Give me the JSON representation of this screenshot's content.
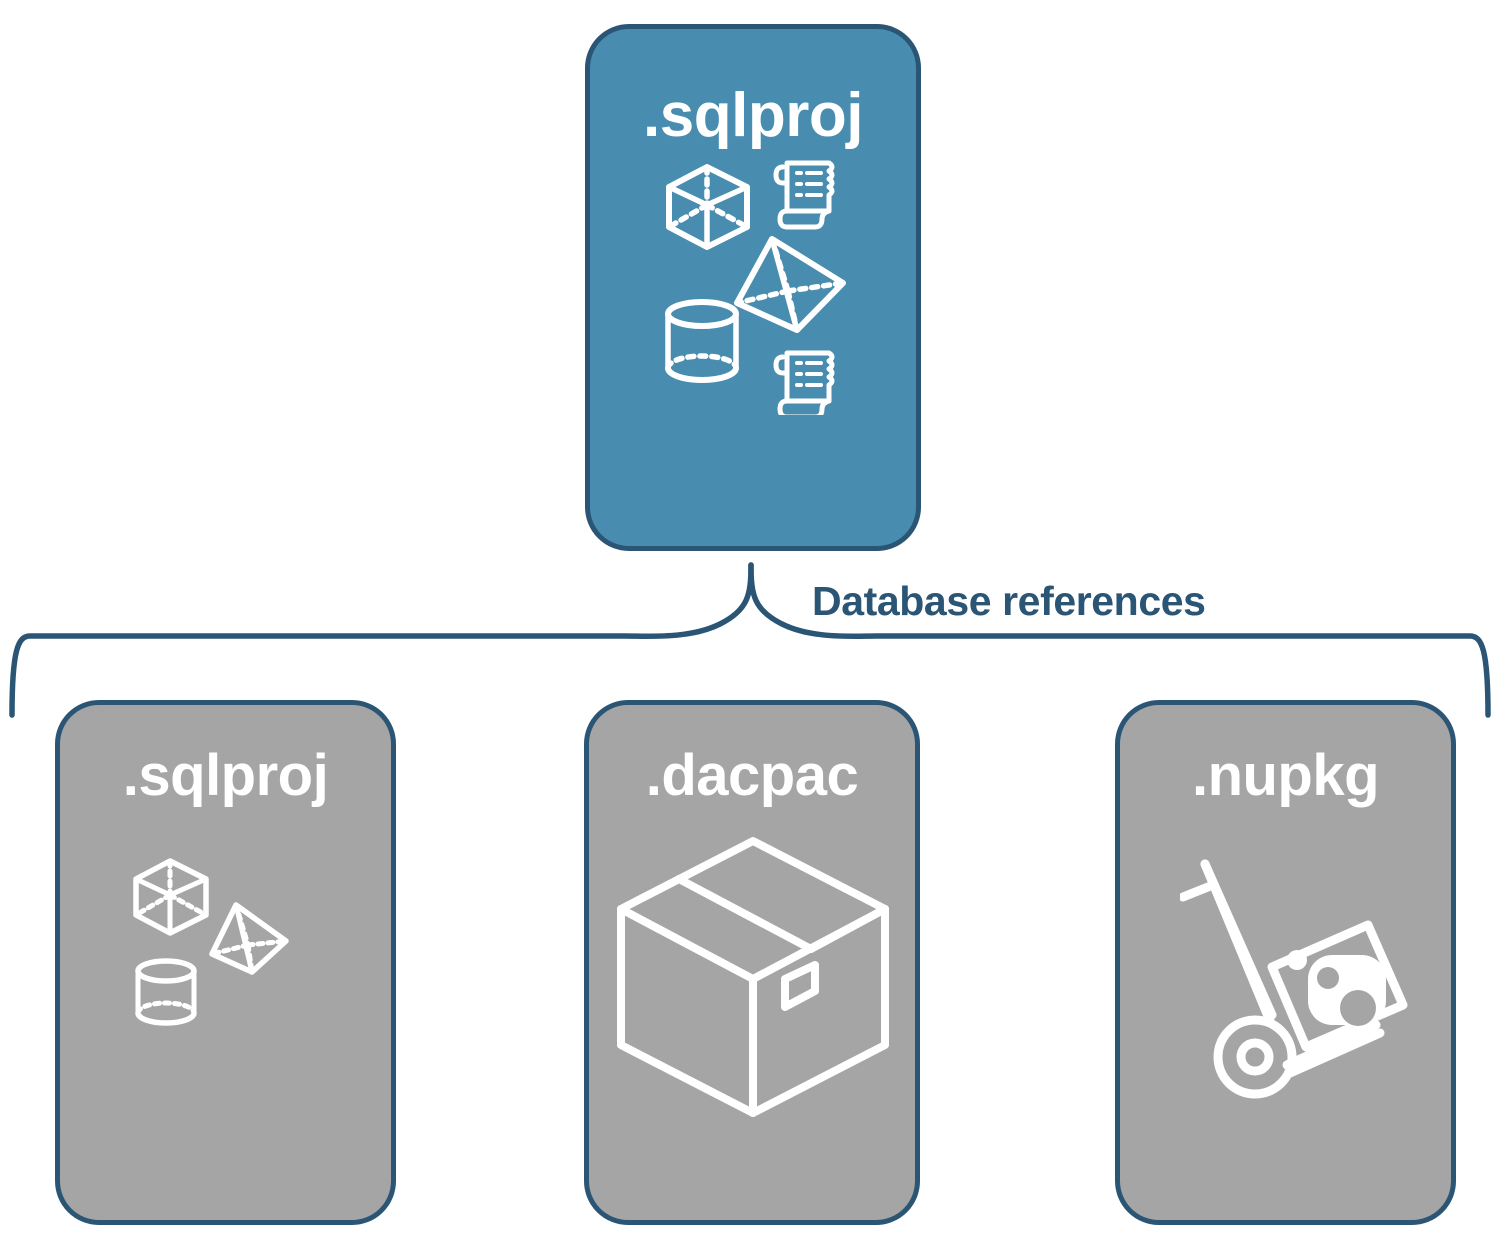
{
  "diagram": {
    "title": "Database references",
    "colors": {
      "accent_blue": "#488caf",
      "card_gray": "#a5a5a5",
      "outline_navy": "#2b5575",
      "icon_white": "#ffffff",
      "background": "#ffffff"
    },
    "root": {
      "label": ".sqlproj",
      "fill": "#488caf",
      "icons": [
        "wireframe-cube-icon",
        "wireframe-pyramid-icon",
        "wireframe-cylinder-icon",
        "scroll-script-icon",
        "scroll-script-icon"
      ]
    },
    "connector": {
      "type": "curly-brace",
      "label": "Database references",
      "label_color": "#2b5575"
    },
    "children": [
      {
        "label": ".sqlproj",
        "fill": "#a5a5a5",
        "icons": [
          "wireframe-cube-icon",
          "wireframe-pyramid-icon",
          "wireframe-cylinder-icon"
        ]
      },
      {
        "label": ".dacpac",
        "fill": "#a5a5a5",
        "icons": [
          "shipping-box-icon"
        ]
      },
      {
        "label": ".nupkg",
        "fill": "#a5a5a5",
        "icons": [
          "hand-truck-package-icon"
        ]
      }
    ]
  }
}
